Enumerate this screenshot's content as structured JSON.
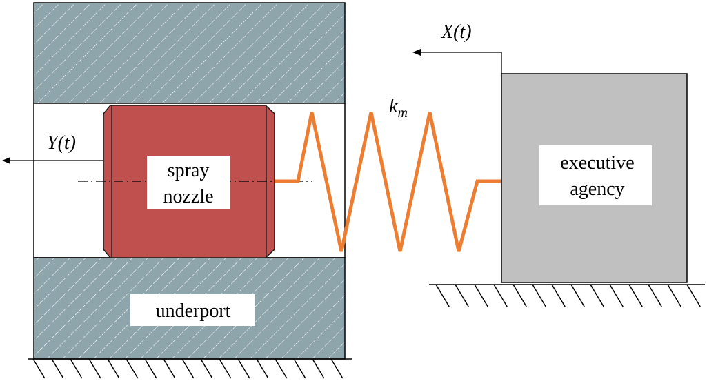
{
  "labels": {
    "spray_line1": "spray",
    "spray_line2": "nozzle",
    "executive_line1": "executive",
    "executive_line2": "agency",
    "underport": "underport",
    "y_t": "Y(t)",
    "x_t": "X(t)",
    "k_main": "k",
    "k_sub": "m"
  },
  "colors": {
    "housing_fill": "#8fa5ac",
    "housing_hatch": "#ffffff",
    "nozzle_fill": "#c0504d",
    "nozzle_stroke": "#1a1a1a",
    "agency_fill": "#c0c0c0",
    "spring": "#ed7d31",
    "line": "#000000"
  }
}
